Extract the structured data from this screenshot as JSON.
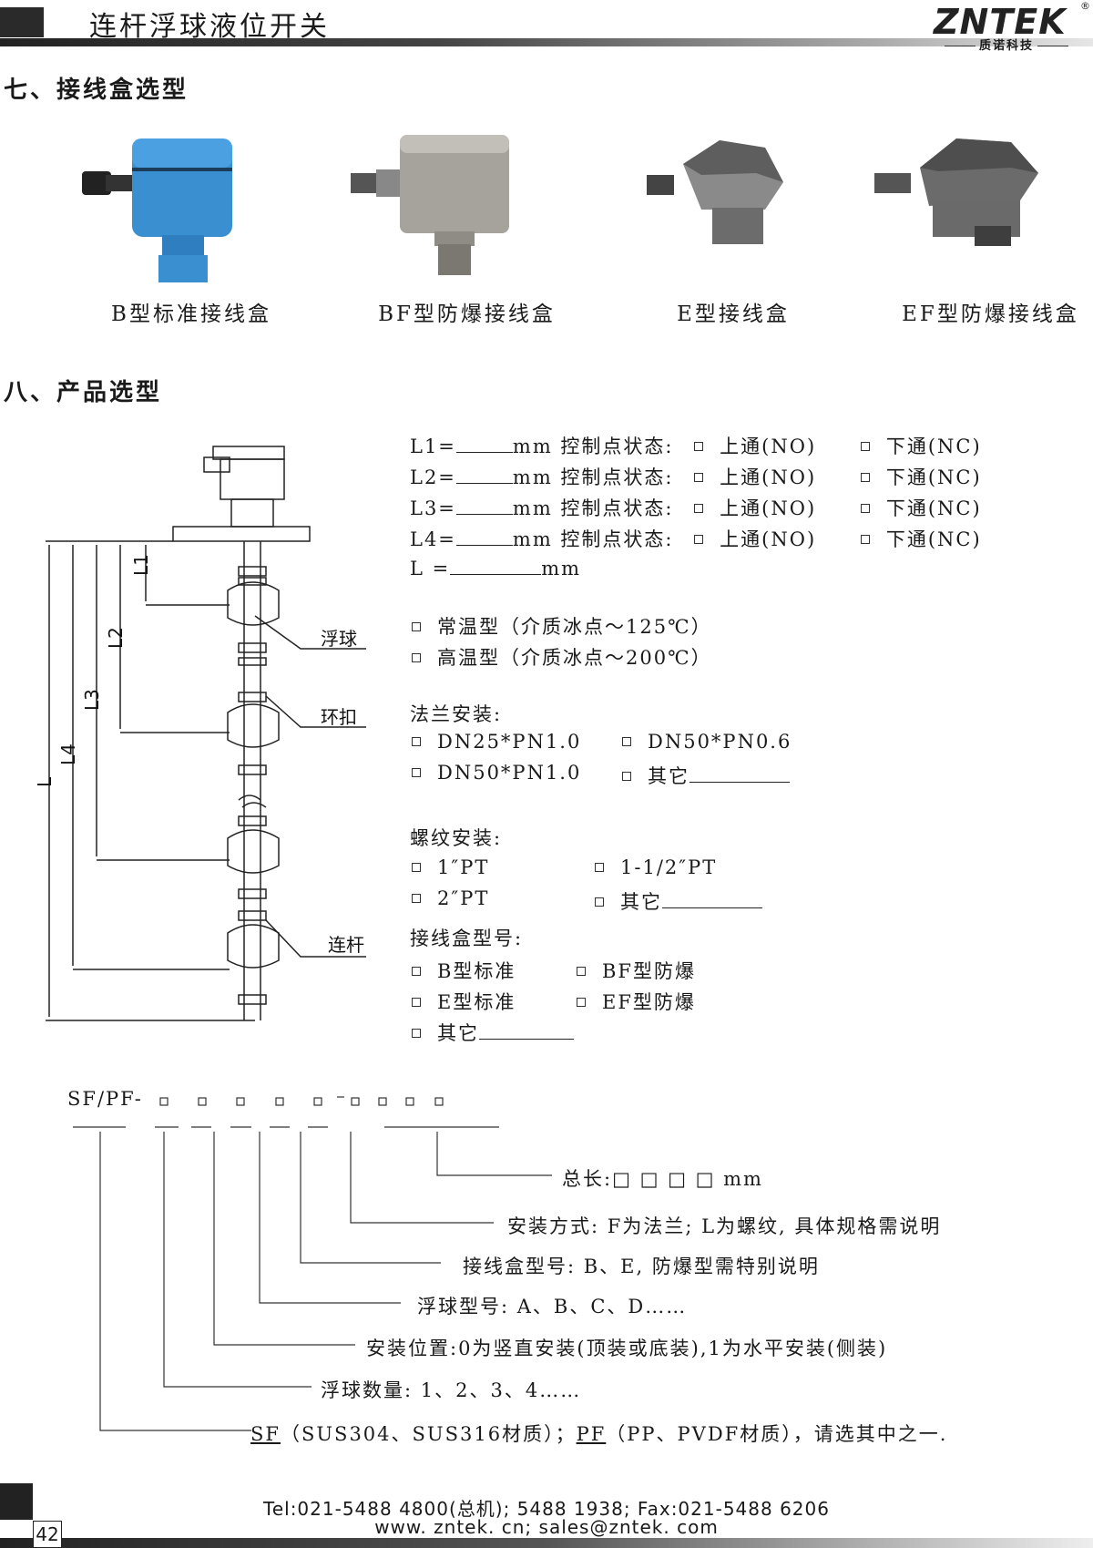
{
  "header": {
    "title": "连杆浮球液位开关",
    "logo": "ZNTEK",
    "logo_reg": "®",
    "logo_sub": "质诺科技"
  },
  "section7": {
    "title": "七、接线盒选型",
    "boxes": [
      {
        "caption": "B型标准接线盒",
        "color": "#3a8fd0"
      },
      {
        "caption": "BF型防爆接线盒",
        "color": "#9a9a9a"
      },
      {
        "caption": "E型接线盒",
        "color": "#7d7d7d"
      },
      {
        "caption": "EF型防爆接线盒",
        "color": "#6d6d6d"
      }
    ]
  },
  "section8": {
    "title": "八、产品选型",
    "diagram": {
      "labels": {
        "float": "浮球",
        "ring": "环扣",
        "rod": "连杆"
      },
      "dims": [
        "L1",
        "L2",
        "L3",
        "L4",
        "L"
      ]
    },
    "control_points": [
      {
        "label": "L1=",
        "unit": "mm 控制点状态:",
        "no": "上通(NO)",
        "nc": "下通(NC)"
      },
      {
        "label": "L2=",
        "unit": "mm 控制点状态:",
        "no": "上通(NO)",
        "nc": "下通(NC)"
      },
      {
        "label": "L3=",
        "unit": "mm 控制点状态:",
        "no": "上通(NO)",
        "nc": "下通(NC)"
      },
      {
        "label": "L4=",
        "unit": "mm 控制点状态:",
        "no": "上通(NO)",
        "nc": "下通(NC)"
      }
    ],
    "total_length": {
      "label": "L =",
      "unit": "mm"
    },
    "temperature": [
      "常温型（介质冰点～125℃）",
      "高温型（介质冰点～200℃）"
    ],
    "flange": {
      "title": "法兰安装:",
      "options": [
        "DN25*PN1.0",
        "DN50*PN0.6",
        "DN50*PN1.0",
        "其它"
      ]
    },
    "thread": {
      "title": "螺纹安装:",
      "options": [
        "1″PT",
        "1-1/2″PT",
        "2″PT",
        "其它"
      ]
    },
    "junction": {
      "title": "接线盒型号:",
      "options": [
        "B型标准",
        "BF型防爆",
        "E型标准",
        "EF型防爆",
        "其它"
      ]
    }
  },
  "code": {
    "prefix": "SF/PF-",
    "dash": "-",
    "descriptions": [
      "总长:□ □ □ □ mm",
      "安装方式: F为法兰; L为螺纹, 具体规格需说明",
      "接线盒型号: B、E, 防爆型需特别说明",
      "浮球型号: A、B、C、D……",
      "安装位置:0为竖直安装(顶装或底装),1为水平安装(侧装)",
      "浮球数量: 1、2、3、4……"
    ],
    "material": {
      "sf": "SF",
      "sf_text": "（SUS304、SUS316材质）；",
      "pf": "PF",
      "pf_text": "（PP、PVDF材质），请选其中之一."
    }
  },
  "footer": {
    "tel": "Tel:021-5488 4800(总机); 5488 1938; Fax:021-5488 6206",
    "web": "www. zntek. cn; sales@zntek. com",
    "page": "42"
  }
}
